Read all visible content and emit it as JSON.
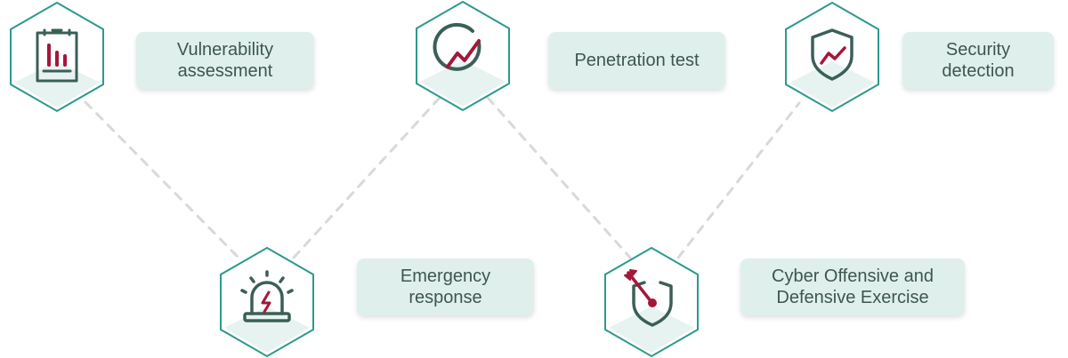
{
  "colors": {
    "hex_border": "#2c9a8c",
    "hex_fill": "#ffffff",
    "hex_base": "#e6f3f0",
    "icon_dark": "#3b5f58",
    "icon_accent": "#a4173a",
    "label_bg": "#dff0ec",
    "label_text": "#3f5550",
    "connector": "#d9d9d9"
  },
  "nodes": [
    {
      "id": "vulnerability",
      "icon": "clipboard-chart-icon",
      "label": "Vulnerability\nassessment"
    },
    {
      "id": "penetration",
      "icon": "trend-circle-icon",
      "label": "Penetration test"
    },
    {
      "id": "security",
      "icon": "shield-trend-icon",
      "label": "Security\ndetection"
    },
    {
      "id": "emergency",
      "icon": "alarm-siren-icon",
      "label": "Emergency\nresponse"
    },
    {
      "id": "cyber",
      "icon": "shield-dart-icon",
      "label": "Cyber Offensive and\nDefensive Exercise"
    }
  ]
}
